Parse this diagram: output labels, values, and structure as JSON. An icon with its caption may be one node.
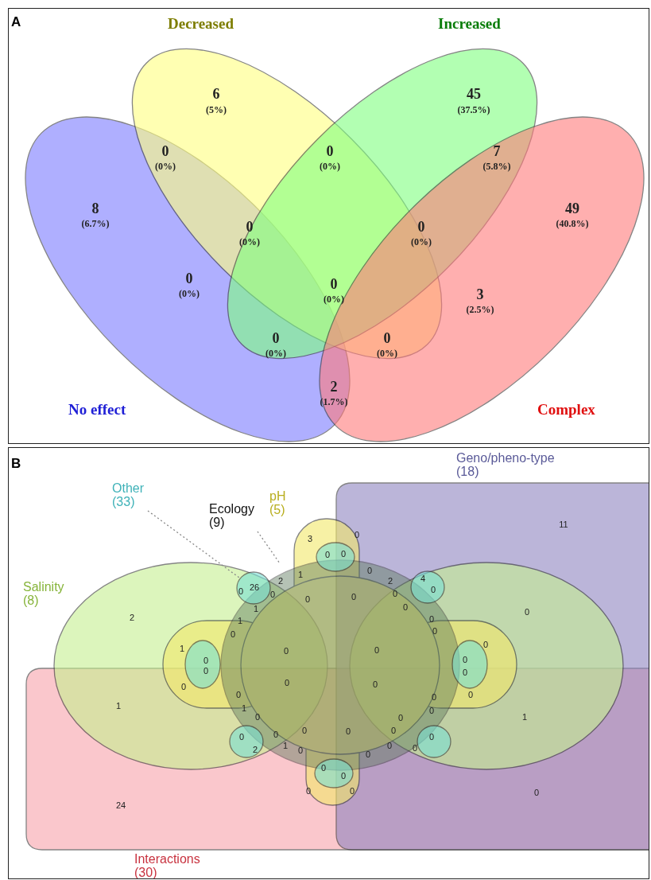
{
  "diagram": {
    "nodes": [
      {
        "text": [
          "A"
        ]
      },
      {
        "text": [
          "Decreased"
        ],
        "in": 0
      },
      {
        "text": [
          "Increased"
        ],
        "in": 0
      },
      {
        "text": [
          "No effect"
        ],
        "in": 0
      },
      {
        "text": [
          "Complex"
        ],
        "in": 0
      },
      {
        "text": [
          "B"
        ]
      },
      {
        "text": [
          "Geno/pheno-type (18)"
        ],
        "in": 5
      },
      {
        "text": [
          "pH (5)"
        ],
        "in": 5
      },
      {
        "text": [
          "Other (33)"
        ],
        "in": 5
      },
      {
        "text": [
          "Ecology (9)"
        ],
        "in": 5
      },
      {
        "text": [
          "Salinity (8)"
        ],
        "in": 5
      },
      {
        "text": [
          "Interactions (30)"
        ],
        "in": 5
      },
      {
        "text": [
          "26"
        ],
        "in": 5
      }
    ],
    "edges": [
      {
        "from": 8,
        "to": 12,
        "arrow": "none",
        "style": "dashed"
      },
      {
        "from": 9,
        "to": null,
        "arrow": "none",
        "style": "dashed"
      }
    ],
    "labels": [
      "6",
      "(5%)",
      "45",
      "(37.5%)",
      "0",
      "(0%)",
      "0",
      "(0%)",
      "7",
      "(5.8%)",
      "8",
      "(6.7%)",
      "49",
      "(40.8%)",
      "0",
      "(0%)",
      "0",
      "(0%)",
      "0",
      "(0%)",
      "0",
      "(0%)",
      "3",
      "(2.5%)",
      "0",
      "(0%)",
      "0",
      "(0%)",
      "2",
      "(1.7%)",
      "11",
      "0",
      "3",
      "0",
      "0",
      "0",
      "1",
      "4",
      "2",
      "2",
      "0",
      "0",
      "0",
      "0",
      "0",
      "0",
      "0",
      "1",
      "0",
      "2",
      "0",
      "1",
      "0",
      "0",
      "0",
      "1",
      "0",
      "0",
      "0",
      "0",
      "0",
      "0",
      "0",
      "0",
      "0",
      "0",
      "0",
      "0",
      "1",
      "1",
      "0",
      "1",
      "0",
      "0",
      "0",
      "0",
      "0",
      "0",
      "0",
      "0",
      "0",
      "1",
      "0",
      "2",
      "0",
      "0",
      "0",
      "0",
      "0",
      "0",
      "0",
      "24"
    ]
  }
}
